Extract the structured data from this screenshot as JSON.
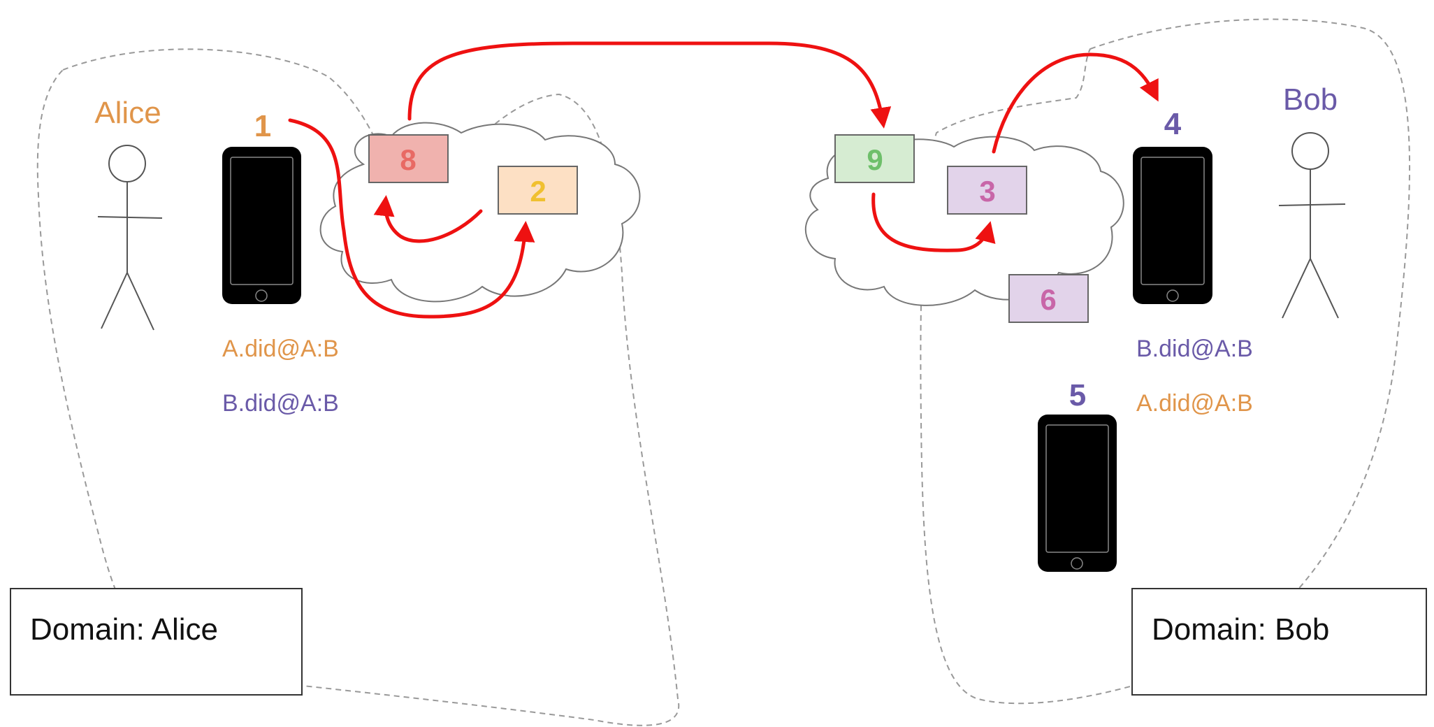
{
  "actors": {
    "alice": {
      "name": "Alice",
      "color": "#e0954a"
    },
    "bob": {
      "name": "Bob",
      "color": "#6a5aa8"
    }
  },
  "devices": {
    "d1": {
      "number": "1",
      "color": "#e0954a"
    },
    "d4": {
      "number": "4",
      "color": "#6a5aa8"
    },
    "d5": {
      "number": "5",
      "color": "#6a5aa8"
    }
  },
  "boxes": {
    "b8": {
      "number": "8",
      "fill": "#f0b2ae",
      "text_color": "#e86a64"
    },
    "b2": {
      "number": "2",
      "fill": "#fde0c4",
      "text_color": "#f0c030"
    },
    "b9": {
      "number": "9",
      "fill": "#d6ecd2",
      "text_color": "#6ebf6a"
    },
    "b3": {
      "number": "3",
      "fill": "#e2d3ea",
      "text_color": "#c866a8"
    },
    "b6": {
      "number": "6",
      "fill": "#e2d3ea",
      "text_color": "#c866a8"
    }
  },
  "identifiers": {
    "alice_a": "A.did@A:B",
    "alice_b": "B.did@A:B",
    "bob_b": "B.did@A:B",
    "bob_a": "A.did@A:B"
  },
  "domains": {
    "alice": "Domain: Alice",
    "bob": "Domain: Bob"
  },
  "colors": {
    "arrow": "#ee1111",
    "dashed": "#999999",
    "cloud_stroke": "#777777",
    "box_stroke": "#666666"
  }
}
